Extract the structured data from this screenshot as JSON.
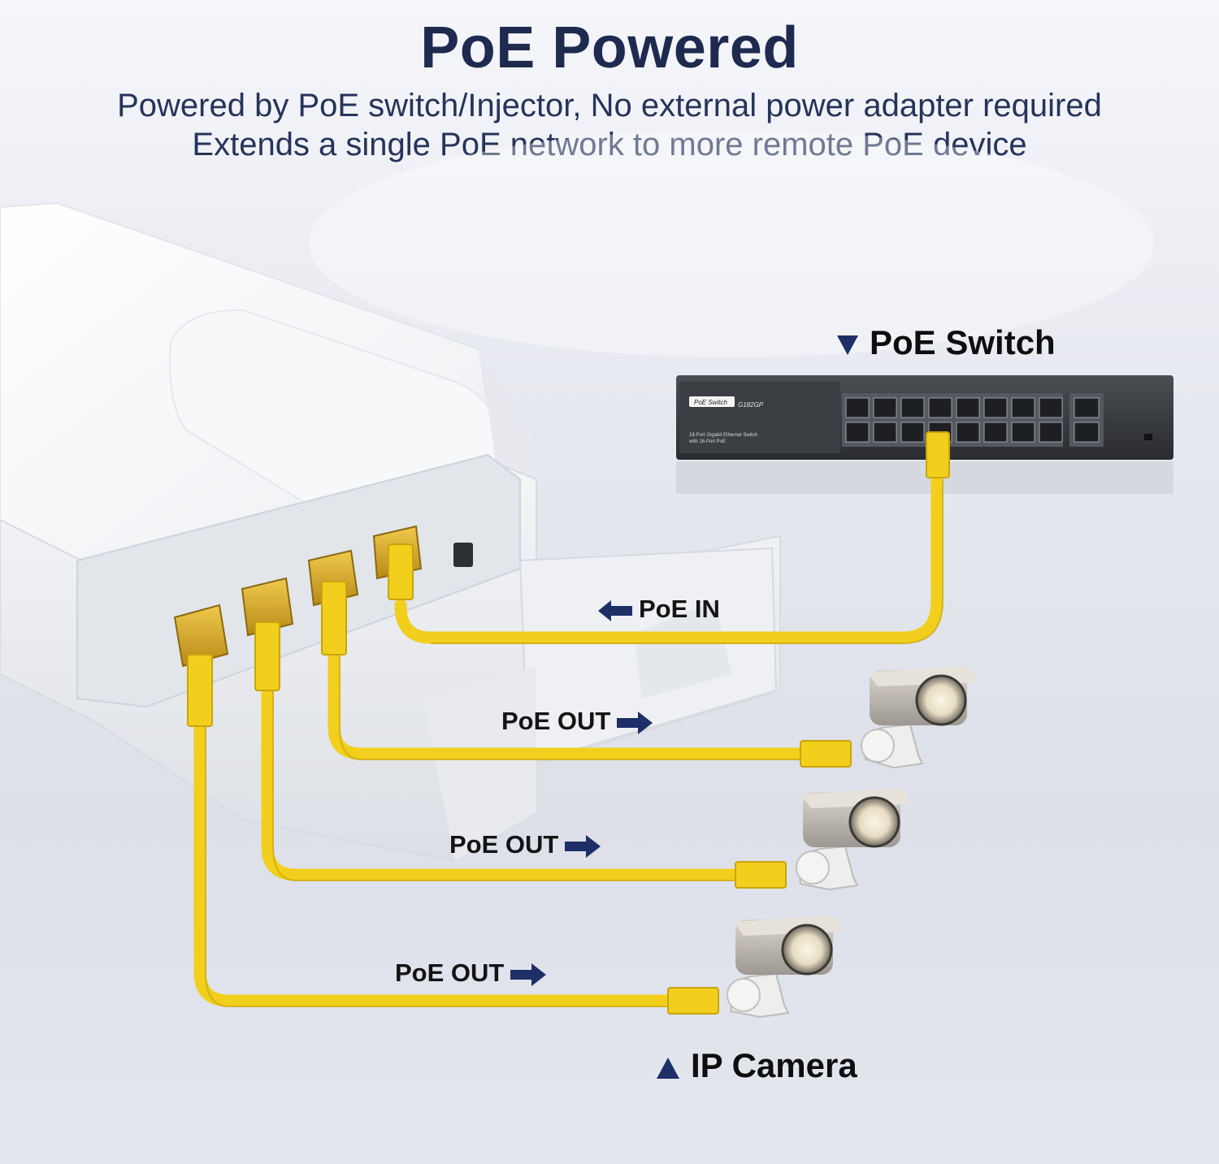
{
  "header": {
    "title": "PoE Powered",
    "subtitle_line1": "Powered by PoE switch/Injector, No external power adapter required",
    "subtitle_line2": "Extends a single PoE network to more remote PoE device"
  },
  "labels": {
    "poe_switch": "PoE Switch",
    "poe_in": "PoE IN",
    "poe_out": "PoE OUT",
    "ip_camera": "IP Camera"
  },
  "switch_panel": {
    "brand": "PoE Switch",
    "model": "G182GP",
    "desc_line1": "18-Port Gigabit Ethernet Switch",
    "desc_line2": "with 16-Port PoE"
  },
  "colors": {
    "cable": "#f2cf1c",
    "title": "#1e2a4f",
    "arrow": "#1e2e66"
  },
  "icons": [
    "triangle-down-icon",
    "triangle-up-icon",
    "arrow-right-icon",
    "arrow-left-icon"
  ]
}
